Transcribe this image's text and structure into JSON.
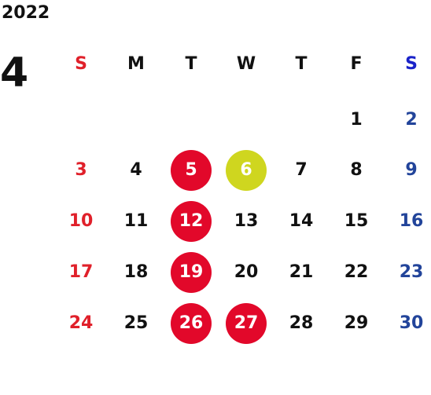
{
  "calendar": {
    "year": "2022",
    "month": "4",
    "weekdays": [
      "S",
      "M",
      "T",
      "W",
      "T",
      "F",
      "S"
    ],
    "weeks": [
      [
        "",
        "",
        "",
        "",
        "",
        "1",
        "2"
      ],
      [
        "3",
        "4",
        "5",
        "6",
        "7",
        "8",
        "9"
      ],
      [
        "10",
        "11",
        "12",
        "13",
        "14",
        "15",
        "16"
      ],
      [
        "17",
        "18",
        "19",
        "20",
        "21",
        "22",
        "23"
      ],
      [
        "24",
        "25",
        "26",
        "27",
        "28",
        "29",
        "30"
      ]
    ],
    "highlights": {
      "red": [
        "5",
        "12",
        "19",
        "26",
        "27"
      ],
      "yellow": [
        "6"
      ]
    }
  },
  "colors": {
    "text": "#111111",
    "sunday": "#e0202a",
    "saturday_header": "#1a23c9",
    "saturday": "#22449a",
    "circle_red": "#e2082a",
    "circle_yellow": "#cfd61f"
  }
}
